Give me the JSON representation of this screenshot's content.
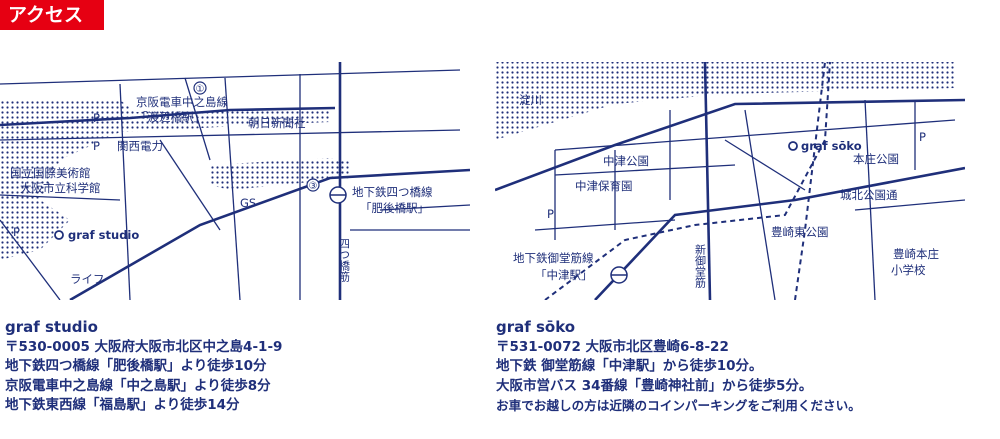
{
  "header": {
    "label": "アクセス",
    "color": "#e60012"
  },
  "colors": {
    "ink": "#1f2f7a"
  },
  "map_studio": {
    "number_1": "①",
    "number_3": "③",
    "keihan_line": "京阪電車中之島線",
    "watanabebashi": "「渡辺橋駅」",
    "asahi": "朝日新聞社",
    "kansai_denryoku": "関西電力",
    "museum_1": "国立国際美術館",
    "museum_2": "大阪市立科学館",
    "gs": "GS",
    "parking": "P",
    "subway_line": "地下鉄四つ橋線",
    "higobashi": "「肥後橋駅」",
    "yotsubashi_suji": "四つ橋筋",
    "studio_marker": "graf studio",
    "life": "ライフ"
  },
  "map_soko": {
    "yodogawa": "淀川",
    "soko_marker": "graf sōko",
    "honjo_park": "本庄公園",
    "nakatsu_park": "中津公園",
    "nakatsu_nursery": "中津保育園",
    "joho_park_street": "城北公園通",
    "toyosaki_east_park": "豊崎東公園",
    "shin_mido_suji": "新御堂筋",
    "toyosaki_honjo": "豊崎本庄",
    "elementary": "小学校",
    "midosuji_line": "地下鉄御堂筋線",
    "nakatsu_station": "「中津駅」",
    "parking": "P"
  },
  "studio": {
    "name": "graf studio",
    "lines": [
      "〒530-0005 大阪府大阪市北区中之島4-1-9",
      "地下鉄四つ橋線「肥後橋駅」より徒歩10分",
      "京阪電車中之島線「中之島駅」より徒歩8分",
      "地下鉄東西線「福島駅」より徒歩14分"
    ]
  },
  "soko": {
    "name": "graf sōko",
    "lines": [
      "〒531-0072 大阪市北区豊崎6-8-22",
      "地下鉄 御堂筋線「中津駅」から徒歩10分。",
      "大阪市営バス 34番線「豊崎神社前」から徒歩5分。",
      "お車でお越しの方は近隣のコインパーキングをご利用ください。"
    ]
  }
}
